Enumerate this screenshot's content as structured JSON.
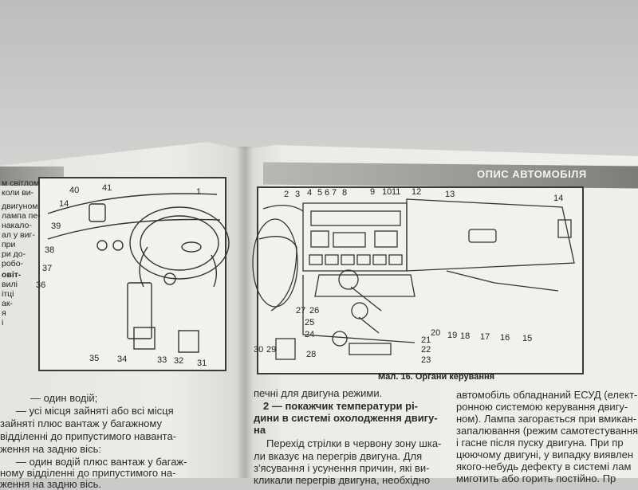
{
  "right_header": "ОПИС АВТОМОБІЛЯ",
  "caption": "Мал. 16. Органи керування",
  "left_fig_numbers": [
    "40",
    "41",
    "1",
    "14",
    "39",
    "38",
    "37",
    "36",
    "35",
    "34",
    "33",
    "32",
    "31"
  ],
  "right_fig_numbers": [
    "2",
    "3",
    "4",
    "5",
    "6",
    "7",
    "8",
    "9",
    "10",
    "11",
    "12",
    "13",
    "14",
    "30",
    "29",
    "28",
    "27",
    "26",
    "25",
    "24",
    "23",
    "22",
    "21",
    "20",
    "19",
    "18",
    "17",
    "16",
    "15"
  ],
  "left_margin_fragments": [
    "м світлом",
    "коли ви-",
    "двигуном",
    "лампа пе-",
    "накало-",
    "ал у виг-",
    "при",
    "ри до-",
    "робо-",
    "овіт-",
    "вилі",
    "ітці",
    "ак-",
    "я",
    "і"
  ],
  "left_body_lines": [
    "— один водій;",
    "— усі місця зайняті або всі місця",
    "зайняті плюс вантаж у багажному",
    "відділенні до припустимого наванта-",
    "ження на задню вісь:",
    "— один водій плюс вантаж у багаж-",
    "ному відділенні до припустимого на-",
    "ження на задню вісь."
  ],
  "mid_body": {
    "line0": "печні для двигуна режими.",
    "heading1": "2 — покажчик температури рі-",
    "heading2": "дини в системі охолодження двигу-",
    "heading3": "на",
    "p1": "Перехід стрілки в червону зону шка-",
    "p2": "ли вказує на перегрів двигуна. Для",
    "p3": "з'ясування і усунення причин, які ви-",
    "p4": "кликали перегрів двигуна, необхідно"
  },
  "right_body_lines": [
    "автомобіль обладнаний ЕСУД (елект-",
    "ронною системою керування двигу-",
    "ном). Лампа загорається при вмикан-",
    "запалювання (режим самотестування",
    "і гасне після пуску двигуна. При пр",
    "цюючому двигуні, у випадку виявлен",
    "якого-небудь дефекту в системі лам",
    "миготить або горить постійно. Пр"
  ]
}
